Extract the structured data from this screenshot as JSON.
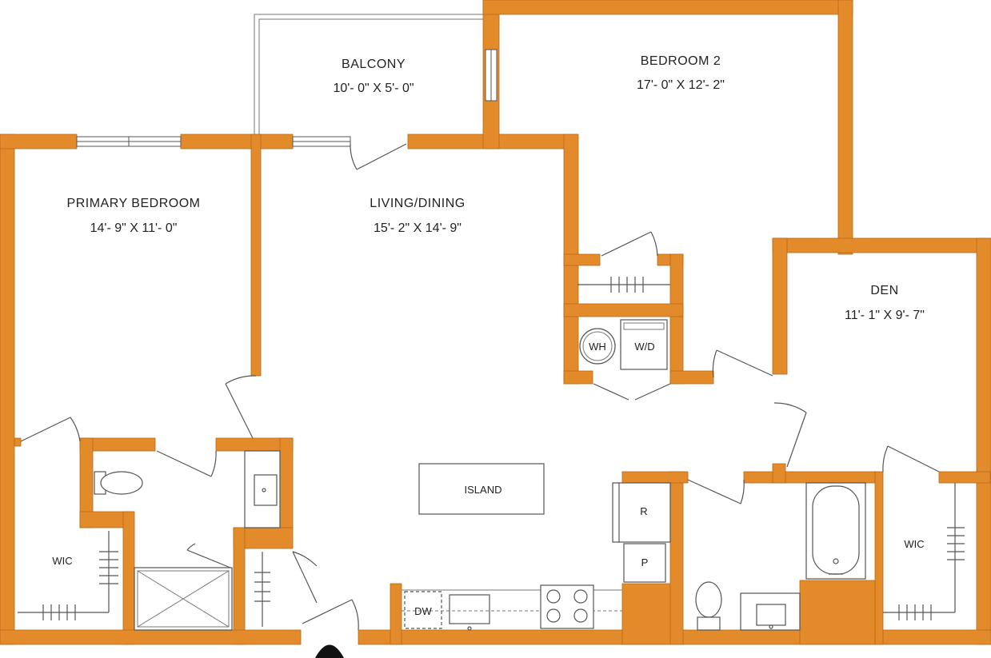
{
  "colors": {
    "wall": "#E38A2B",
    "wall_edge": "#B56A18",
    "fixture_line": "#555555",
    "background": "#FFFFFF"
  },
  "rooms": {
    "balcony": {
      "name": "BALCONY",
      "dimensions": "10'- 0\" X 5'- 0\""
    },
    "bedroom2": {
      "name": "BEDROOM 2",
      "dimensions": "17'- 0\" X 12'- 2\""
    },
    "primary": {
      "name": "PRIMARY BEDROOM",
      "dimensions": "14'- 9\" X 11'- 0\""
    },
    "living": {
      "name": "LIVING/DINING",
      "dimensions": "15'- 2\" X 14'- 9\""
    },
    "den": {
      "name": "DEN",
      "dimensions": "11'- 1\" X 9'- 7\""
    }
  },
  "fixtures": {
    "island": "ISLAND",
    "water_heater": "WH",
    "washer_dryer": "W/D",
    "refrigerator": "R",
    "pantry": "P",
    "dishwasher": "DW",
    "wic_primary": "WIC",
    "wic_den": "WIC"
  },
  "icons": [
    "north-arrow-icon",
    "door-swing-icon",
    "toilet-icon",
    "sink-icon",
    "bathtub-icon",
    "shower-icon",
    "cooktop-icon",
    "closet-rod-icon"
  ]
}
